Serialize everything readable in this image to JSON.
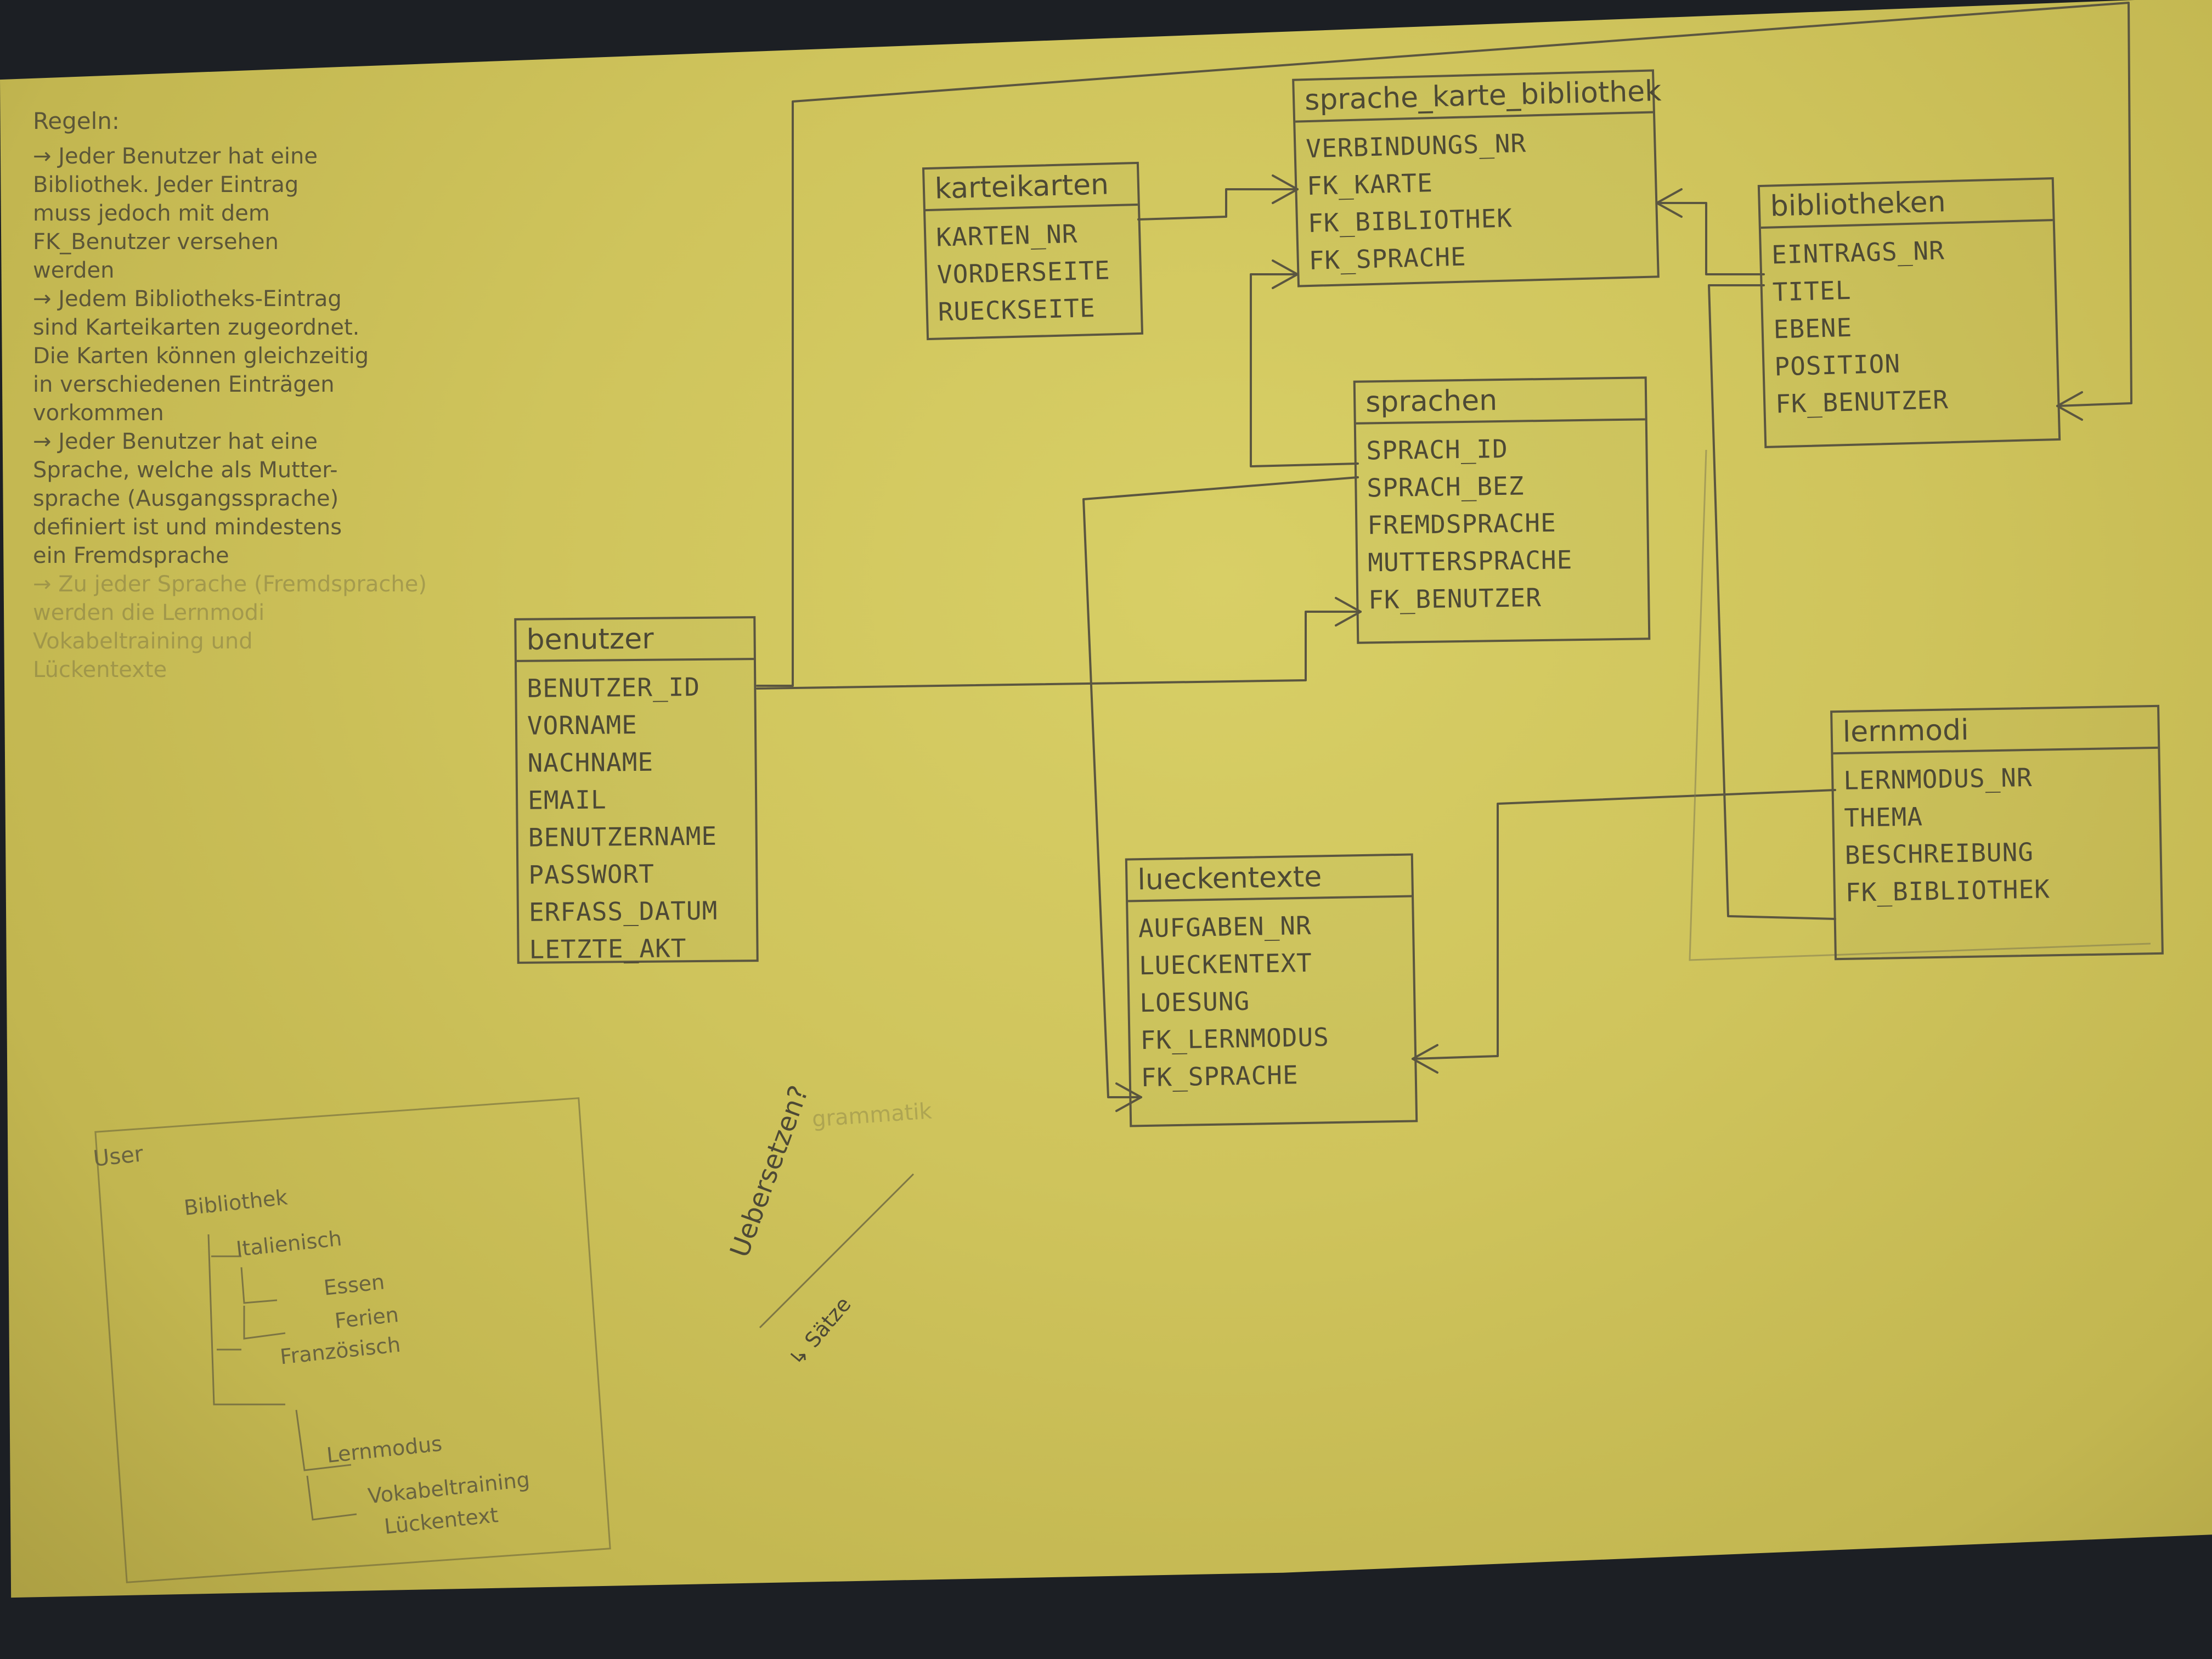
{
  "rules": {
    "heading": "Regeln:",
    "lines": [
      "→ Jeder Benutzer hat eine",
      "Bibliothek. Jeder Eintrag",
      "muss jedoch mit dem",
      "FK_Benutzer versehen",
      "werden",
      "→ Jedem Bibliotheks-Eintrag",
      "sind Karteikarten zugeordnet.",
      "Die Karten können gleichzeitig",
      "in verschiedenen Einträgen",
      "vorkommen",
      "→ Jeder Benutzer hat eine",
      "Sprache, welche als Mutter-",
      "sprache (Ausgangssprache)",
      "definiert ist und mindestens",
      "ein Fremdsprache"
    ],
    "faded_lines": [
      "→ Zu jeder Sprache (Fremdsprache)",
      "werden die Lernmodi",
      "Vokabeltraining und",
      "Lückentexte"
    ]
  },
  "entities": {
    "benutzer": {
      "title": "benutzer",
      "fields": [
        "BENUTZER_ID",
        "VORNAME",
        "NACHNAME",
        "EMAIL",
        "BENUTZERNAME",
        "PASSWORT",
        "ERFASS_DATUM",
        "LETZTE_AKT"
      ]
    },
    "karteikarten": {
      "title": "karteikarten",
      "fields": [
        "KARTEN_NR",
        "VORDERSEITE",
        "RUECKSEITE"
      ]
    },
    "sprache_karte_bibliothek": {
      "title": "sprache_karte_bibliothek",
      "fields": [
        "VERBINDUNGS_NR",
        "FK_KARTE",
        "FK_BIBLIOTHEK",
        "FK_SPRACHE"
      ]
    },
    "bibliotheken": {
      "title": "bibliotheken",
      "fields": [
        "EINTRAGS_NR",
        "TITEL",
        "EBENE",
        "POSITION",
        "FK_BENUTZER"
      ]
    },
    "sprachen": {
      "title": "sprachen",
      "fields": [
        "SPRACH_ID",
        "SPRACH_BEZ",
        "FREMDSPRACHE",
        "MUTTERSPRACHE",
        "FK_BENUTZER"
      ]
    },
    "lernmodi": {
      "title": "lernmodi",
      "fields": [
        "LERNMODUS_NR",
        "THEMA",
        "BESCHREIBUNG",
        "FK_BIBLIOTHEK"
      ]
    },
    "lueckentexte": {
      "title": "lueckentexte",
      "fields": [
        "AUFGABEN_NR",
        "LUECKENTEXT",
        "LOESUNG",
        "FK_LERNMODUS",
        "FK_SPRACHE"
      ]
    }
  },
  "sketch": {
    "user": "User",
    "bibliothek": "Bibliothek",
    "italienisch": "Italienisch",
    "essen": "Essen",
    "ferien": "Ferien",
    "franzoesisch": "Französisch",
    "lernmodus": "Lernmodus",
    "vokabeltraining": "Vokabeltraining",
    "lueckentext": "Lückentext"
  },
  "side_note": "Uebersetzen?",
  "side_note_2": "↳ Sätze",
  "ghost_text": "grammatik"
}
